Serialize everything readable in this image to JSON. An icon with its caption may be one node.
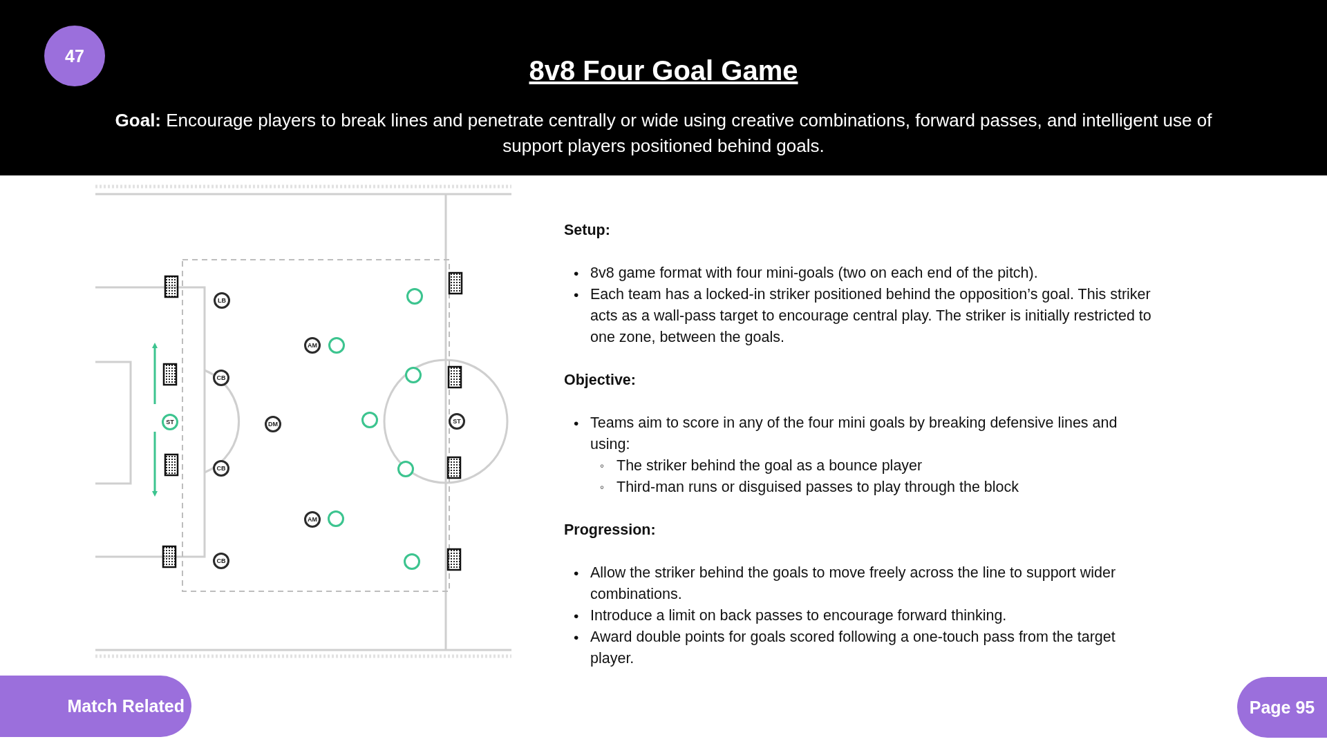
{
  "diagram": {
    "title": "8v8 Four Goal Game",
    "nodes": [
      {
        "text": [
          "47"
        ]
      },
      {
        "text": [
          "LB"
        ]
      },
      {
        "text": [
          "CB"
        ]
      },
      {
        "text": [
          "CB"
        ]
      },
      {
        "text": [
          "CB"
        ]
      },
      {
        "text": [
          "ST"
        ]
      },
      {
        "text": [
          "DM"
        ]
      },
      {
        "text": [
          "AM"
        ]
      },
      {
        "text": [
          "AM"
        ]
      },
      {
        "text": [
          "ST"
        ]
      },
      {
        "text": [],
        "shape": "circle"
      },
      {
        "text": [],
        "shape": "circle"
      },
      {
        "text": [],
        "shape": "circle"
      },
      {
        "text": [],
        "shape": "circle"
      },
      {
        "text": [],
        "shape": "circle"
      },
      {
        "text": [],
        "shape": "circle"
      },
      {
        "text": [],
        "shape": "circle"
      },
      {
        "text": [
          "Match Related"
        ]
      },
      {
        "text": [
          "Page 95"
        ]
      }
    ],
    "labels": [
      "**Goal:** Encourage players to break lines and penetrate centrally or wide using creative combinations, forward passes, and intelligent use of support players positioned behind goals.",
      "Setup:",
      "•",
      "8v8 game format with four mini-goals (two on each end of the pitch).",
      "•",
      "Each team has a locked-in striker positioned behind the opposition’s goal. This striker acts as a wall-pass target to encourage central play. The striker is initially restricted to one zone, between the goals.",
      "Objective:",
      "•",
      "Teams aim to score in any of the four mini goals by breaking defensive lines and using:",
      "◦",
      "The striker behind the goal as a bounce player",
      "◦",
      "Third-man runs or disguised passes to play through the block",
      "Progression:",
      "•",
      "Allow the striker behind the goals to move freely across the line to support wider combinations.",
      "•",
      "Introduce a limit on back passes to encourage forward thinking.",
      "•",
      "Award double points for goals scored following a one-touch pass from the target player."
    ]
  }
}
